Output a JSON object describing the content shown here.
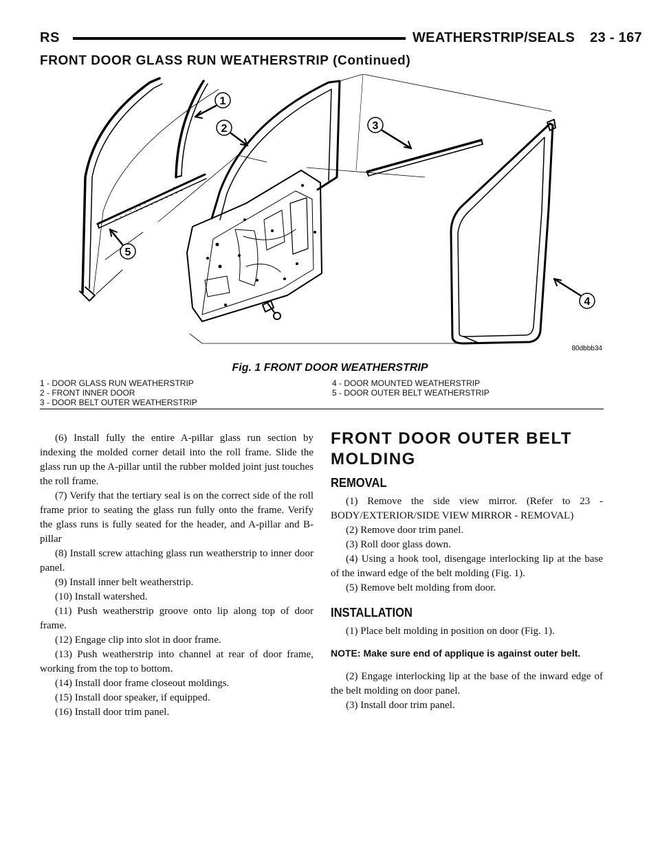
{
  "header": {
    "left": "RS",
    "section": "WEATHERSTRIP/SEALS",
    "page": "23 - 167",
    "continued_title": "FRONT DOOR GLASS RUN WEATHERSTRIP (Continued)"
  },
  "figure": {
    "code": "80dbbb34",
    "callouts": [
      "1",
      "2",
      "3",
      "4",
      "5"
    ],
    "caption": "Fig. 1 FRONT DOOR WEATHERSTRIP",
    "legend": {
      "left": [
        "1 - DOOR GLASS RUN WEATHERSTRIP",
        "2 - FRONT INNER DOOR",
        "3 - DOOR BELT OUTER WEATHERSTRIP"
      ],
      "right": [
        "4 - DOOR MOUNTED WEATHERSTRIP",
        "5 - DOOR OUTER BELT WEATHERSTRIP"
      ]
    }
  },
  "left_column": {
    "steps": [
      {
        "num": "(6)",
        "text": "Install fully the entire A-pillar glass run section by indexing the molded corner detail into the roll frame. Slide the glass run up the A-pillar until the rubber molded joint just touches the roll frame."
      },
      {
        "num": "(7)",
        "text": "Verify that the tertiary seal is on the correct side of the roll frame prior to seating the glass run fully onto the frame. Verify the glass runs is fully seated for the header, and A-pillar and B-pillar"
      },
      {
        "num": "(8)",
        "text": "Install screw attaching glass run weatherstrip to inner door panel."
      },
      {
        "num": "(9)",
        "text": "Install inner belt weatherstrip."
      },
      {
        "num": "(10)",
        "text": "Install watershed."
      },
      {
        "num": "(11)",
        "text": "Push weatherstrip groove onto lip along top of door frame."
      },
      {
        "num": "(12)",
        "text": "Engage clip into slot in door frame."
      },
      {
        "num": "(13)",
        "text": "Push weatherstrip into channel at rear of door frame, working from the top to bottom."
      },
      {
        "num": "(14)",
        "text": "Install door frame closeout moldings."
      },
      {
        "num": "(15)",
        "text": "Install door speaker, if equipped."
      },
      {
        "num": "(16)",
        "text": "Install door trim panel."
      }
    ]
  },
  "right_column": {
    "heading": "FRONT DOOR OUTER BELT MOLDING",
    "removal": {
      "heading": "REMOVAL",
      "steps": [
        {
          "num": "(1)",
          "text": "Remove the side view mirror. (Refer to 23 - BODY/EXTERIOR/SIDE VIEW MIRROR - REMOVAL)"
        },
        {
          "num": "(2)",
          "text": "Remove door trim panel."
        },
        {
          "num": "(3)",
          "text": "Roll door glass down."
        },
        {
          "num": "(4)",
          "text": "Using a hook tool, disengage interlocking lip at the base of the inward edge of the belt molding (Fig. 1)."
        },
        {
          "num": "(5)",
          "text": "Remove belt molding from door."
        }
      ]
    },
    "installation": {
      "heading": "INSTALLATION",
      "steps_before_note": [
        {
          "num": "(1)",
          "text": "Place belt molding in position on door (Fig. 1)."
        }
      ],
      "note": "NOTE: Make sure end of applique is against outer belt.",
      "steps_after_note": [
        {
          "num": "(2)",
          "text": "Engage interlocking lip at the base of the inward edge of the belt molding on door panel."
        },
        {
          "num": "(3)",
          "text": "Install door trim panel."
        }
      ]
    }
  }
}
